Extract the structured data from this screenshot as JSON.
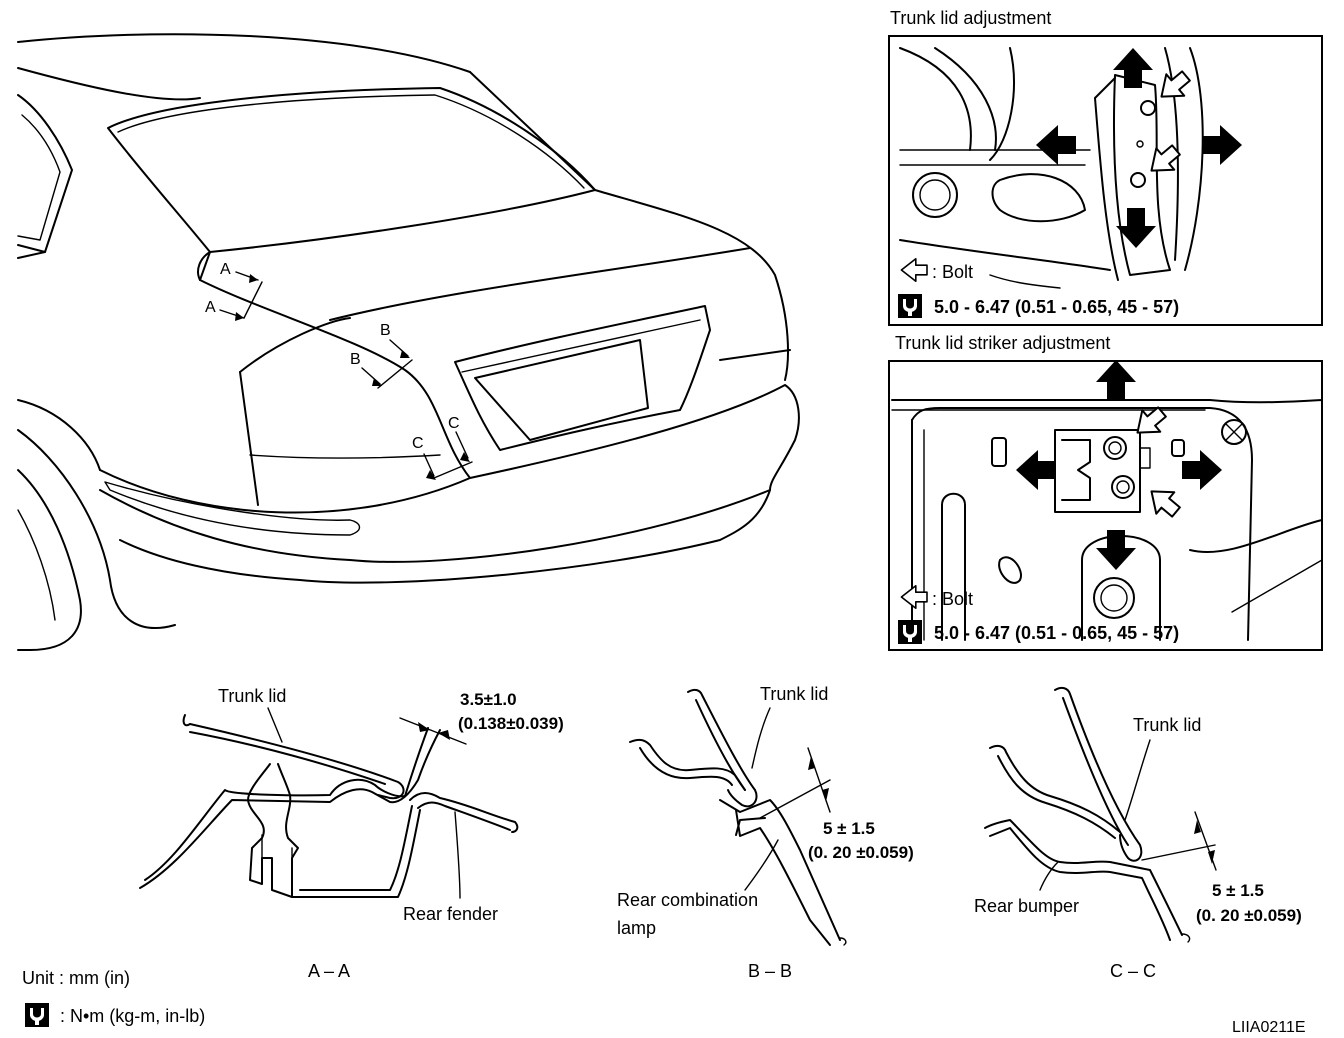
{
  "panels": {
    "trunk_lid_adjustment": {
      "title": "Trunk lid adjustment",
      "bolt_legend": ": Bolt",
      "torque": "5.0 - 6.47 (0.51 - 0.65, 45 - 57)"
    },
    "striker_adjustment": {
      "title": "Trunk lid striker adjustment",
      "bolt_legend": ": Bolt",
      "torque": "5.0 - 6.47 (0.51 - 0.65, 45 - 57)"
    }
  },
  "car_markers": {
    "a": "A",
    "b": "B",
    "c": "C"
  },
  "sections": {
    "aa": {
      "caption": "A – A",
      "upper_label": "Trunk lid",
      "lower_label": "Rear fender",
      "gap_value": "3.5±1.0",
      "gap_inch": "(0.138±0.039)"
    },
    "bb": {
      "caption": "B – B",
      "upper_label": "Trunk lid",
      "lower_label_line1": "Rear combination",
      "lower_label_line2": "lamp",
      "gap_value": "5 ± 1.5",
      "gap_inch": "(0. 20 ±0.059)"
    },
    "cc": {
      "caption": "C – C",
      "upper_label": "Trunk lid",
      "lower_label": "Rear bumper",
      "gap_value": "5 ± 1.5",
      "gap_inch": "(0. 20 ±0.059)"
    }
  },
  "legend": {
    "unit": "Unit : mm (in)",
    "torque_unit": ": N•m (kg-m, in-lb)"
  },
  "figure_id": "LIIA0211E",
  "icons": {
    "torque": "torque-wrench-icon",
    "bolt": "hollow-arrow-icon",
    "adjust": "solid-arrow-icon"
  },
  "colors": {
    "line": "#000000",
    "background": "#ffffff"
  }
}
